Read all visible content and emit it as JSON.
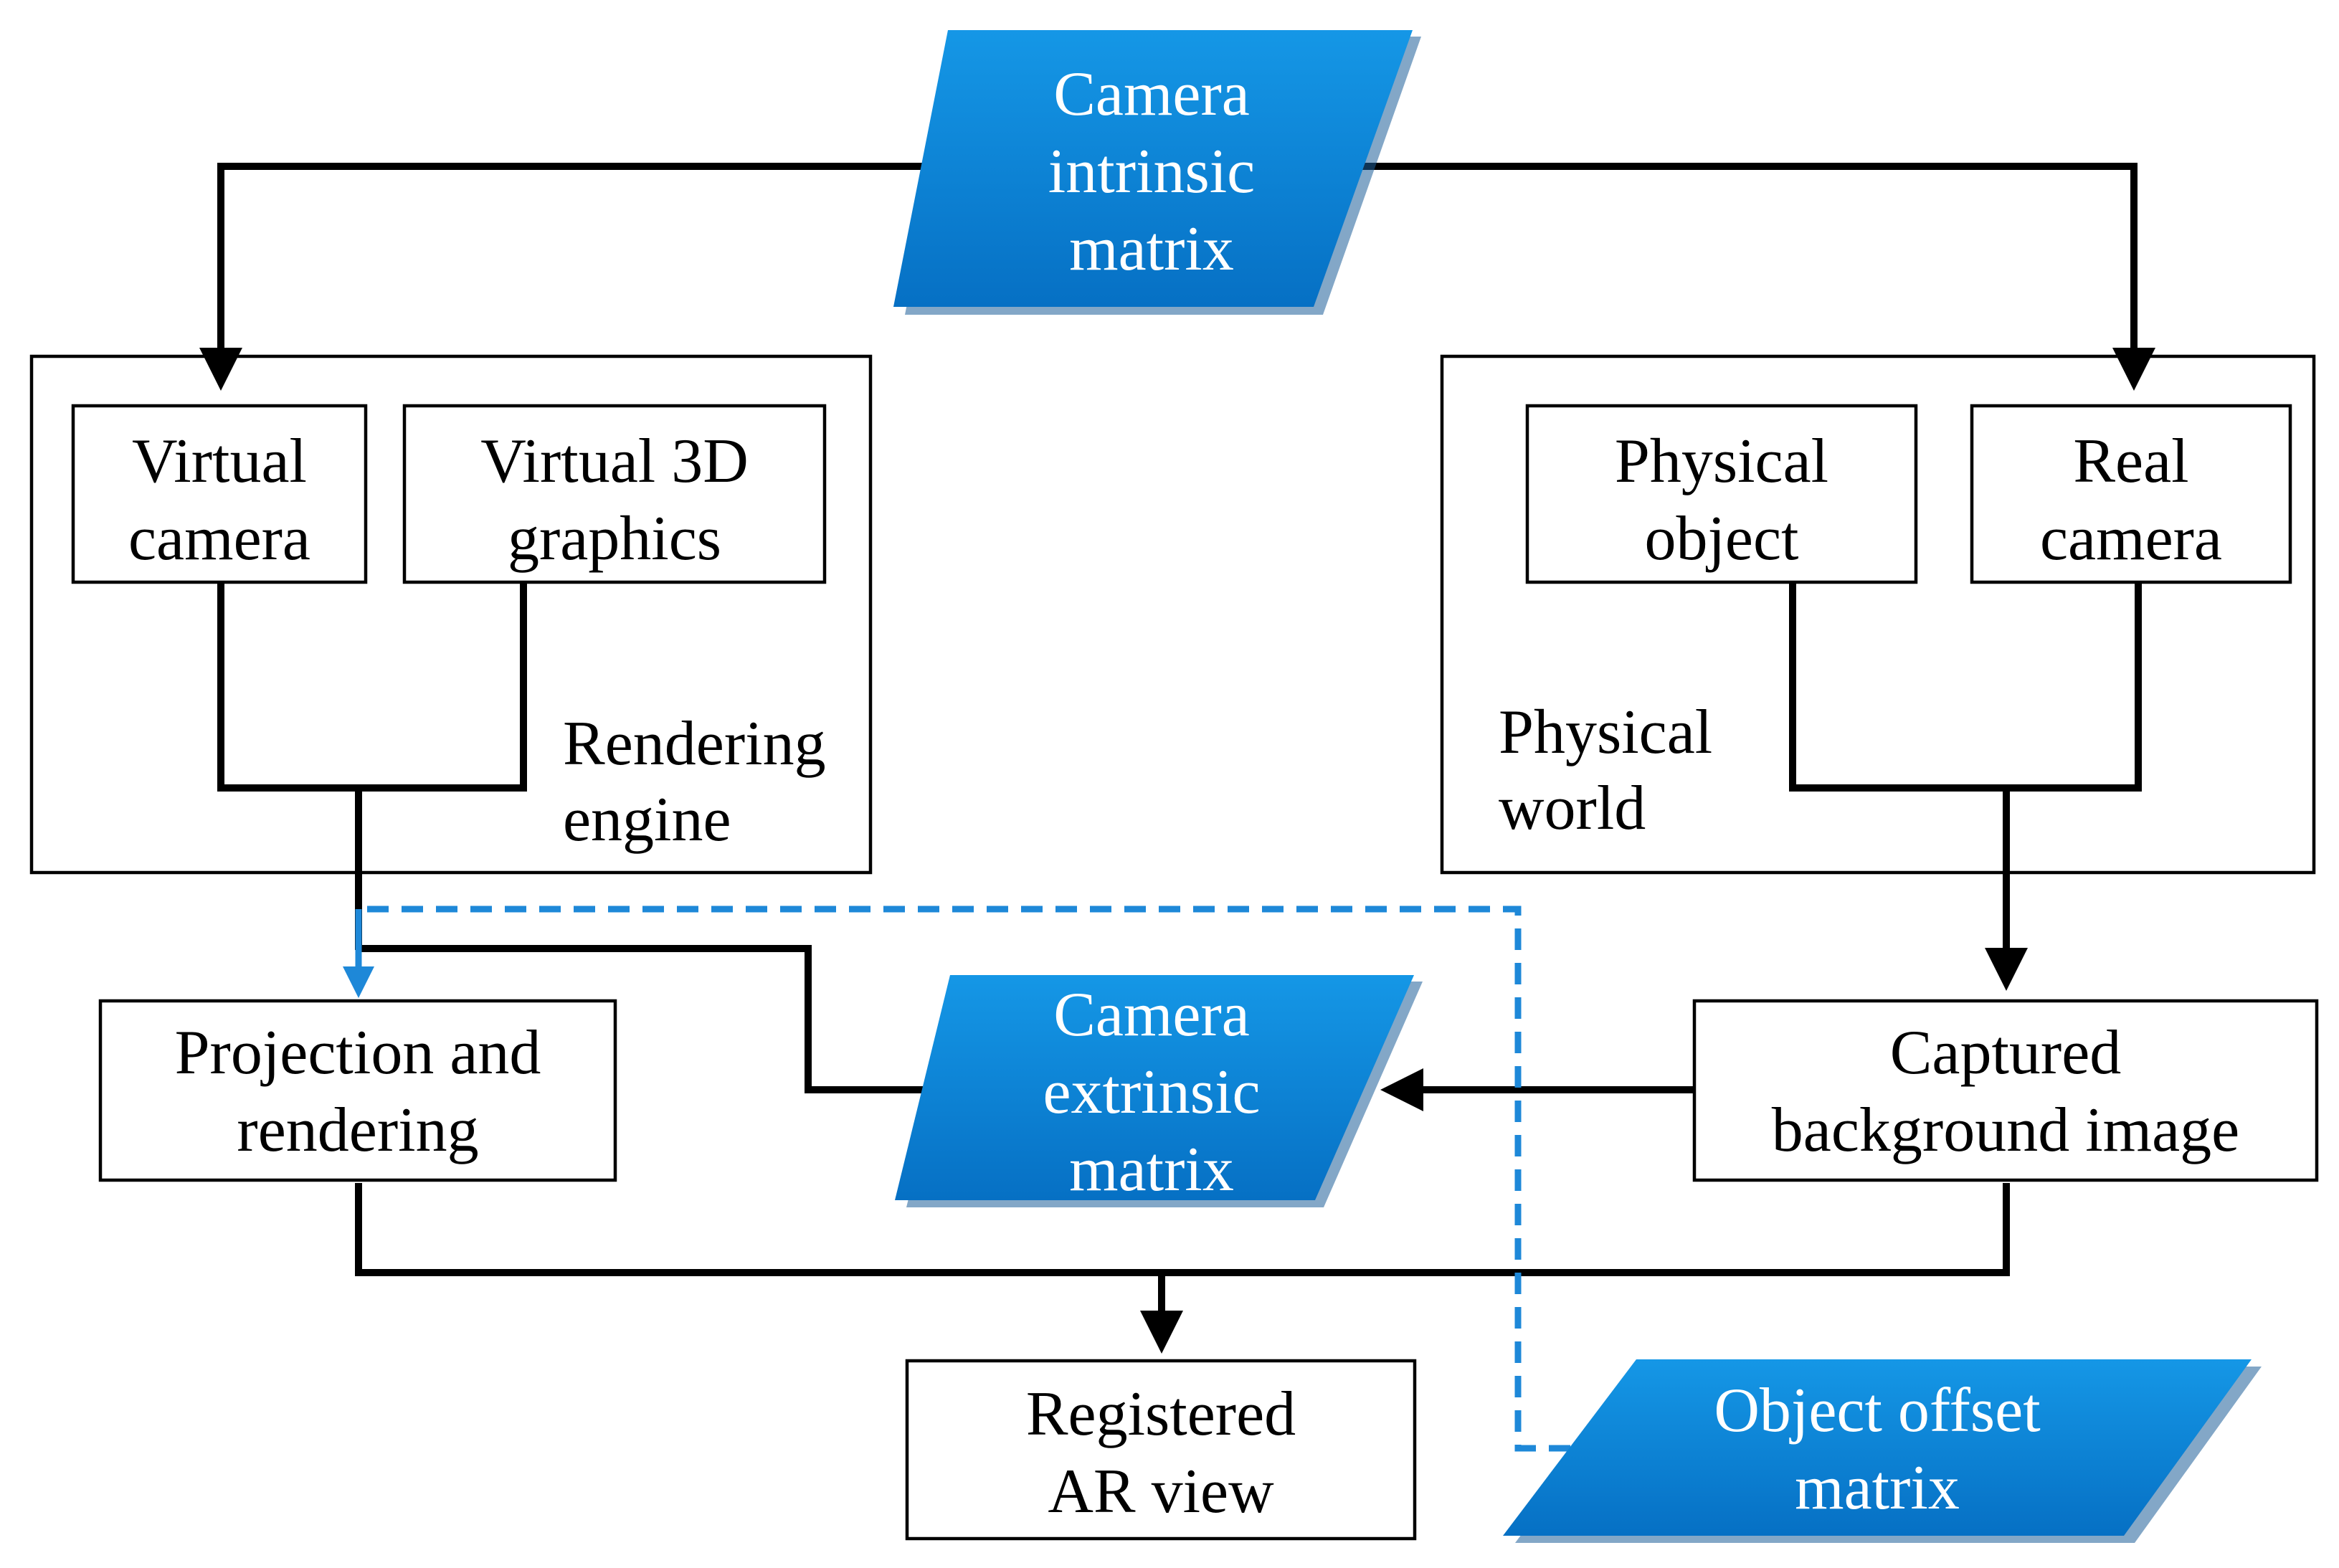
{
  "colors": {
    "parallelogram_fill": "#0A82DA",
    "parallelogram_shadow": "#1E5F99",
    "dashed_line": "#1E88D8",
    "line": "#000000"
  },
  "inputs": {
    "intrinsic": [
      "Camera",
      "intrinsic",
      "matrix"
    ],
    "extrinsic": [
      "Camera",
      "extrinsic",
      "matrix"
    ],
    "offset": [
      "Object offset",
      "matrix"
    ]
  },
  "rendering_group": {
    "label": [
      "Rendering",
      "engine"
    ],
    "virtual_camera": [
      "Virtual",
      "camera"
    ],
    "virtual_3d": [
      "Virtual 3D",
      "graphics"
    ]
  },
  "physical_group": {
    "label": [
      "Physical",
      "world"
    ],
    "physical_object": [
      "Physical",
      "object"
    ],
    "real_camera": [
      "Real",
      "camera"
    ]
  },
  "processes": {
    "projection": [
      "Projection and",
      "rendering"
    ],
    "captured": [
      "Captured",
      "background image"
    ],
    "registered": [
      "Registered",
      "AR view"
    ]
  }
}
